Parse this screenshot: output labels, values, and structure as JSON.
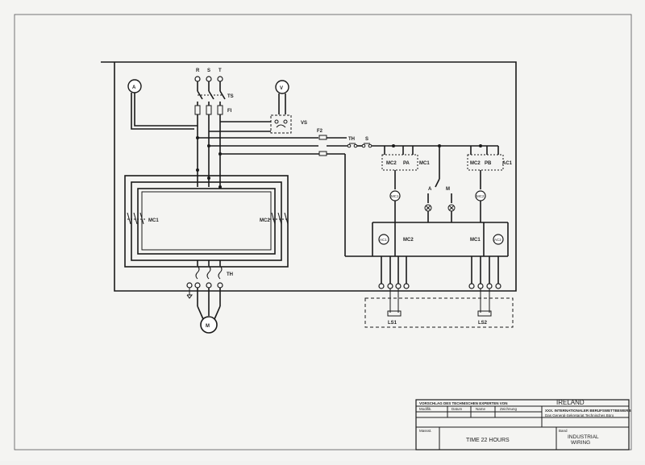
{
  "supply": {
    "phases": [
      "R",
      "S",
      "T"
    ]
  },
  "meters": {
    "ammeter": "A",
    "voltmeter": "V"
  },
  "labels": {
    "ts": "TS",
    "fi": "FI",
    "vs": "VS",
    "f2": "F2",
    "th_top": "TH",
    "s_top": "S",
    "mc1_left": "MC1",
    "mc2_right": "MC2",
    "th_motor": "TH",
    "motor": "M",
    "mc2_a": "MC2",
    "pa": "PA",
    "mc1_a": "MC1",
    "mc2_b": "MC2",
    "pb": "PB",
    "ac1_b": "AC1",
    "coil_mc1": "MC1",
    "coil_mc2": "MC2",
    "sel_a": "A",
    "sel_m": "M",
    "ac1_coil": "AC1",
    "mc2_c": "MC2",
    "mc1_c": "MC1",
    "ac2_coil": "AC2",
    "ls1": "LS1",
    "ls2": "LS2"
  },
  "title_block": {
    "proposal": "VORSCHLAG DES TECHNISCHEN EXPERTEN VON",
    "country": "IRELAND",
    "org_line1": "XXX. INTERNATIONALER BERUFSWETTBEWERB",
    "org_line2": "Das General-Sekretariat Technisches Büro",
    "col_modif": "Modifik.",
    "col_datum": "Datum",
    "col_name": "Name",
    "col_zeichen": "Zeichnung",
    "massst": "Massst.",
    "time": "TIME 22 HOURS",
    "band": "Band",
    "title_1": "INDUSTRIAL",
    "title_2": "WIRING"
  }
}
